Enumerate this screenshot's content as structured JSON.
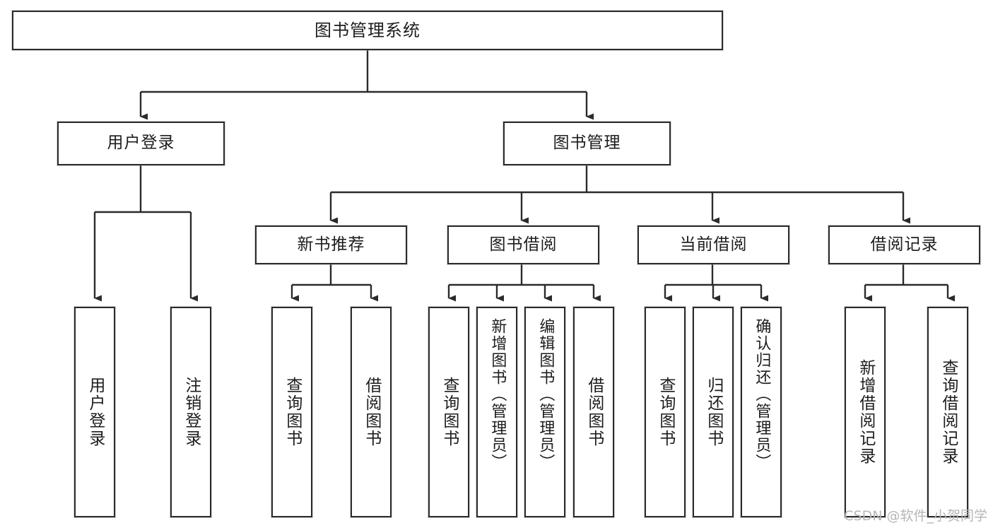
{
  "diagram": {
    "title": "图书管理系统",
    "type": "tree-hierarchy-chart",
    "stroke_color": "#2b2b2b",
    "fill_color": "#ffffff",
    "text_color": "#1d1d1d",
    "watermark": "CSDN @软件_小贺同学"
  },
  "nodes": {
    "root": {
      "label": "图书管理系统"
    },
    "level1": [
      {
        "label": "用户登录"
      },
      {
        "label": "图书管理"
      }
    ],
    "level2": [
      {
        "label": "新书推荐"
      },
      {
        "label": "图书借阅"
      },
      {
        "label": "当前借阅"
      },
      {
        "label": "借阅记录"
      }
    ],
    "leaves": {
      "user_login": [
        {
          "label": "用户登录"
        },
        {
          "label": "注销登录"
        }
      ],
      "new_book_recommend": [
        {
          "label": "查询图书"
        },
        {
          "label": "借阅图书"
        }
      ],
      "book_borrow": [
        {
          "label": "查询图书"
        },
        {
          "label": "新增图书（管理员）"
        },
        {
          "label": "编辑图书（管理员）"
        },
        {
          "label": "借阅图书"
        }
      ],
      "current_borrow": [
        {
          "label": "查询图书"
        },
        {
          "label": "归还图书"
        },
        {
          "label": "确认归还（管理员）"
        }
      ],
      "borrow_record": [
        {
          "label": "新增借阅记录"
        },
        {
          "label": "查询借阅记录"
        }
      ]
    }
  }
}
